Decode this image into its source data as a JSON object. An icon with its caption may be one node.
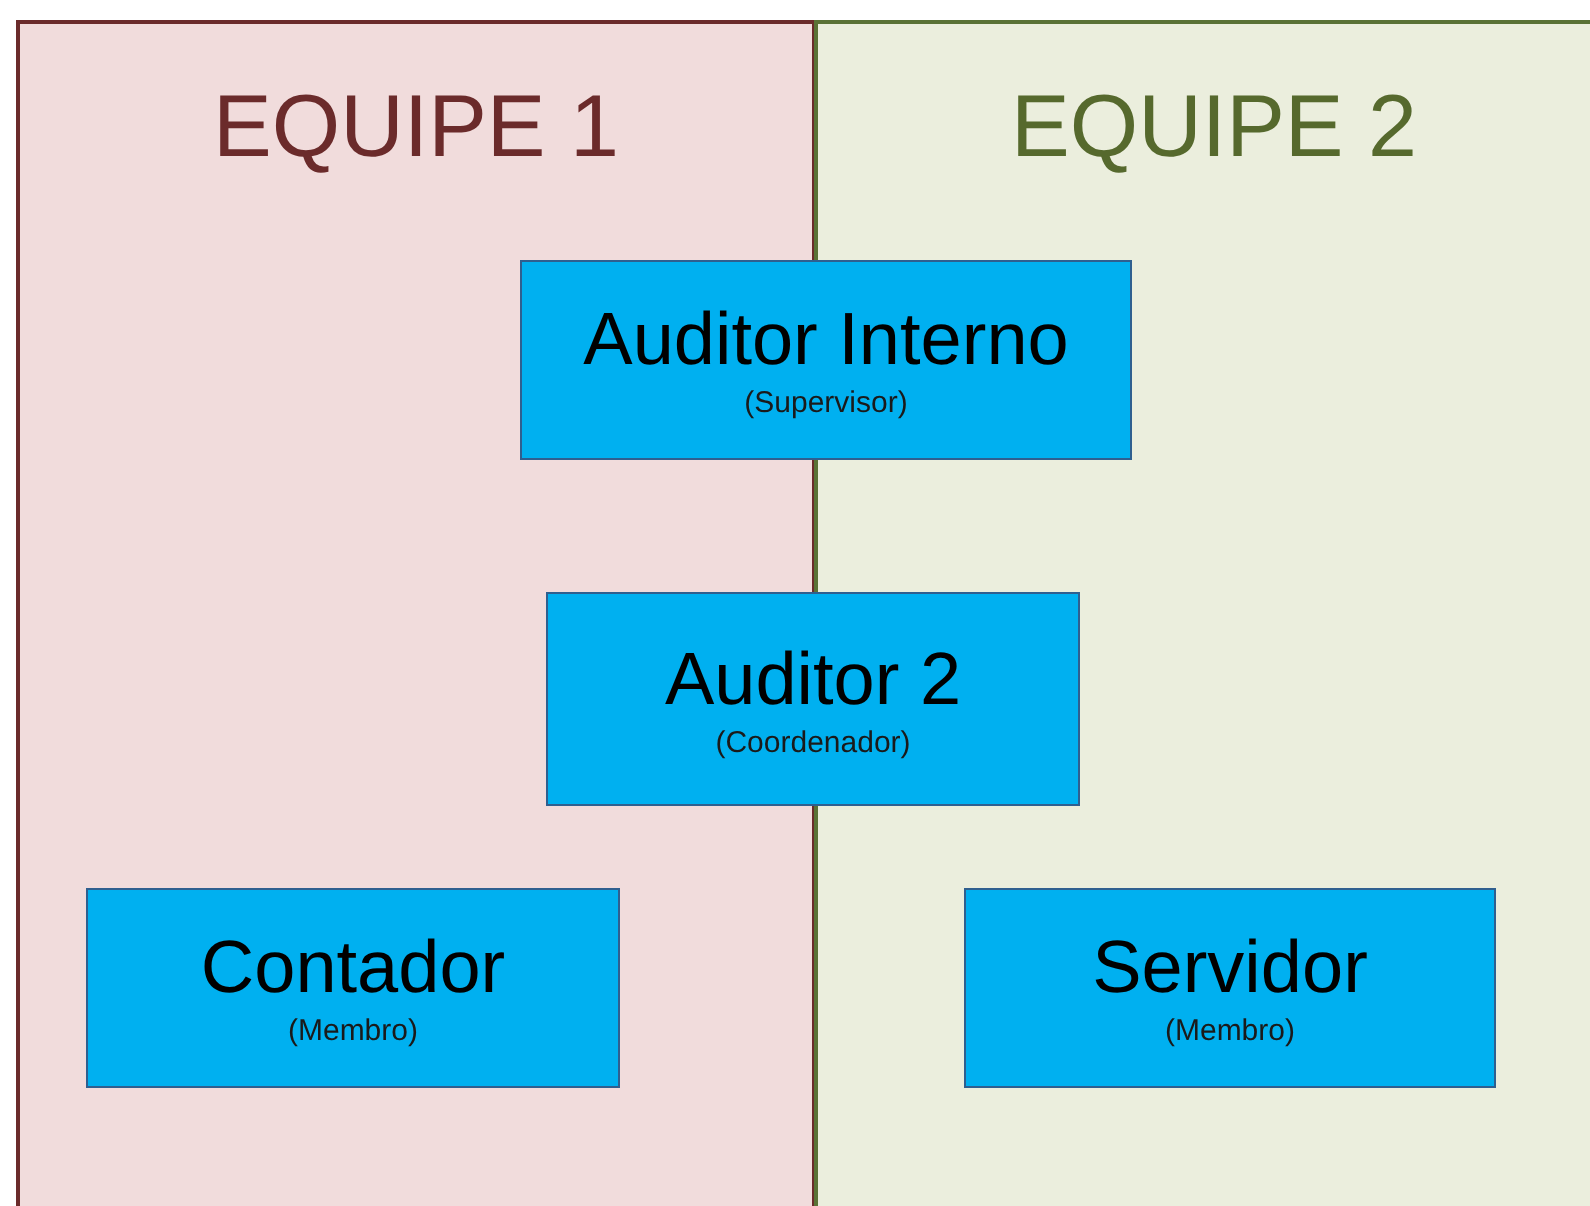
{
  "diagram": {
    "nodes": [
      {
        "text": [
          "EQUIPE 1"
        ]
      },
      {
        "text": [
          "EQUIPE 2"
        ]
      },
      {
        "text": [
          "Auditor Interno",
          "(Supervisor)"
        ]
      },
      {
        "text": [
          "Auditor 2",
          "(Coordenador)"
        ]
      },
      {
        "text": [
          "Contador",
          "(Membro)"
        ],
        "in": 0
      },
      {
        "text": [
          "Servidor",
          "(Membro)"
        ],
        "in": 1
      }
    ]
  }
}
